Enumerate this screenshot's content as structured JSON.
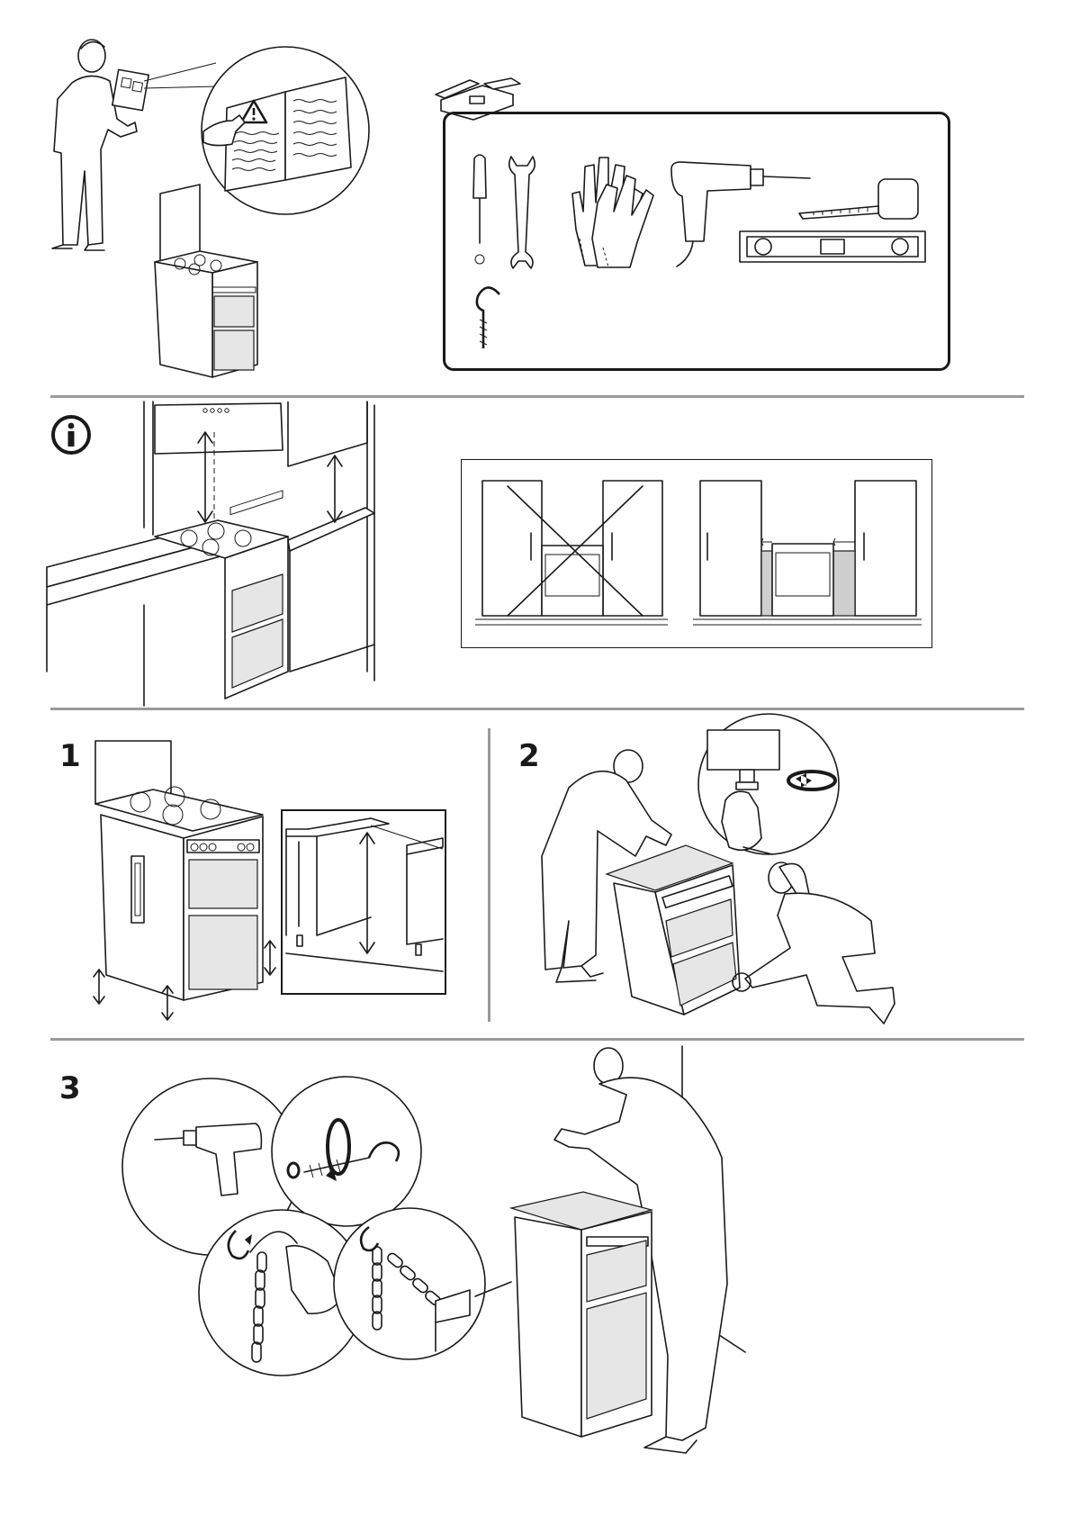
{
  "steps": {
    "step1": "1",
    "step2": "2",
    "step3": "3"
  },
  "icons": {
    "info": "info-circle-icon",
    "warning": "warning-triangle-icon",
    "toolbox": "toolbox-icon",
    "screwdriver": "screwdriver-icon",
    "wrench": "wrench-icon",
    "gloves": "gloves-icon",
    "drill": "drill-icon",
    "tape_measure": "tape-measure-icon",
    "spirit_level": "spirit-level-icon",
    "hook": "hook-icon"
  },
  "colors": {
    "divider": "#9a9a9a",
    "line": "#1a1a1a",
    "shade": "#cfcfcf"
  }
}
